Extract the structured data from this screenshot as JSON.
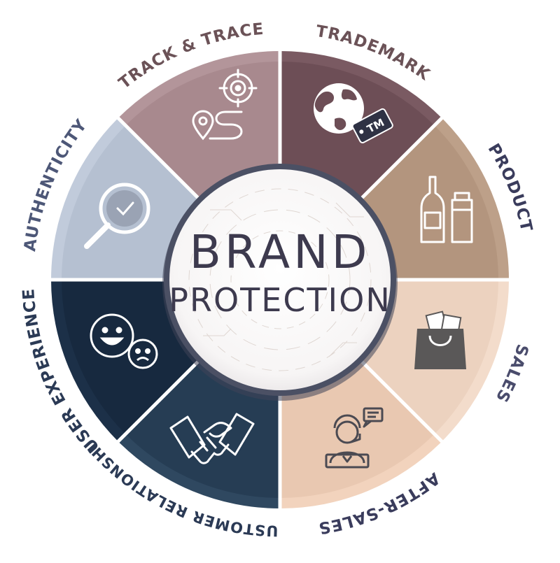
{
  "center": {
    "line1": "BRAND",
    "line2": "PROTECTION"
  },
  "segments": [
    {
      "id": "track-trace",
      "label": "TRACK & TRACE",
      "icon": "target-route-icon",
      "color": "#b3959a",
      "inner": "#a8898e",
      "text_color": "#6b5257"
    },
    {
      "id": "trademark",
      "label": "TRADEMARK",
      "icon": "globe-trademark-tag-icon",
      "color": "#7a5a62",
      "inner": "#6d4e56",
      "text_color": "#6b5257"
    },
    {
      "id": "product",
      "label": "PRODUCT",
      "icon": "bottle-tube-icon",
      "color": "#bda089",
      "inner": "#b3957e",
      "text_color": "#3a3c5c"
    },
    {
      "id": "sales",
      "label": "SALES",
      "icon": "shopping-bag-icon",
      "color": "#f3dccb",
      "inner": "#ecd2bf",
      "text_color": "#4a4c6c"
    },
    {
      "id": "after-sales",
      "label": "AFTER-SALES",
      "icon": "support-agent-icon",
      "color": "#f2d3bd",
      "inner": "#e9c8b1",
      "text_color": "#3a3c5c"
    },
    {
      "id": "customer-relationship",
      "label": "CUSTOMER RELATIONSHIP",
      "icon": "handshake-icon",
      "color": "#2f4860",
      "inner": "#263d54",
      "text_color": "#2b3a55"
    },
    {
      "id": "user-experience",
      "label": "USER EXPERIENCE",
      "icon": "happy-sad-faces-icon",
      "color": "#1c3048",
      "inner": "#17293f",
      "text_color": "#2b3a55"
    },
    {
      "id": "authenticity",
      "label": "AUTHENTICITY",
      "icon": "magnifier-check-icon",
      "color": "#c1cbdb",
      "inner": "#b5c0d1",
      "text_color": "#4d5777"
    }
  ]
}
